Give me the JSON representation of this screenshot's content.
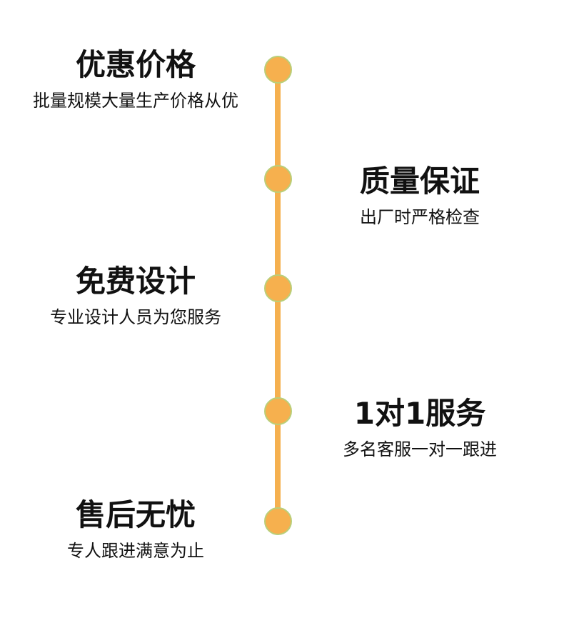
{
  "accent_color": "#f5b04f",
  "items": [
    {
      "title": "优惠价格",
      "subtitle": "批量规模大量生产价格从优"
    },
    {
      "title": "质量保证",
      "subtitle": "出厂时严格检查"
    },
    {
      "title": "免费设计",
      "subtitle": "专业设计人员为您服务"
    },
    {
      "title": "1对1服务",
      "subtitle": "多名客服一对一跟进"
    },
    {
      "title": "售后无忧",
      "subtitle": "专人跟进满意为止"
    }
  ]
}
